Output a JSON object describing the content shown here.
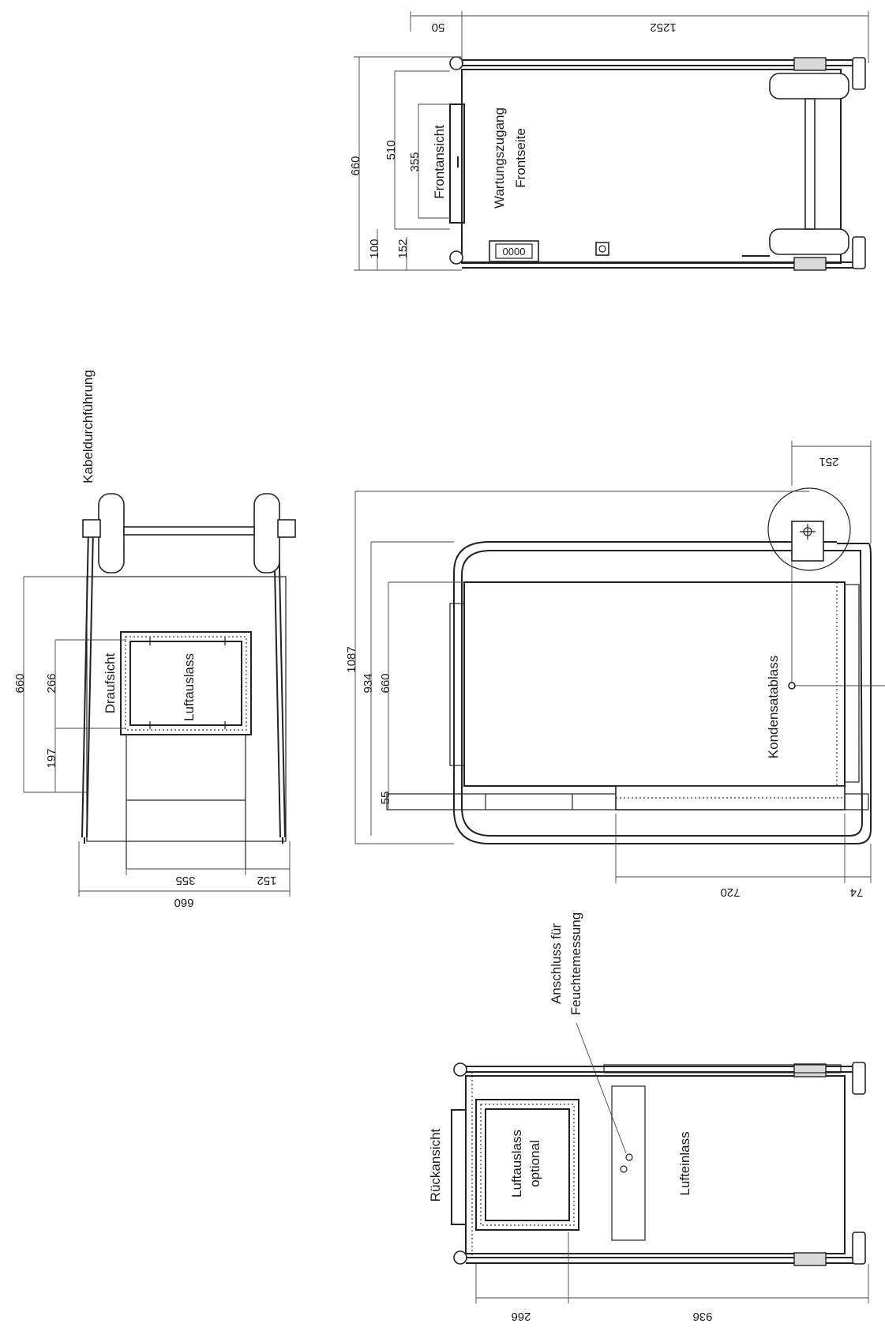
{
  "front_view": {
    "title": "Frontansicht",
    "service_label_1": "Wartungszugang",
    "service_label_2": "Frontseite",
    "display_digits": "0000",
    "dims": {
      "d1252": "1252",
      "d50": "50",
      "d660": "660",
      "d510": "510",
      "d355": "355",
      "d100": "100",
      "d152": "152"
    }
  },
  "top_view": {
    "title": "Draufsicht",
    "outlet_label": "Luftauslass",
    "cable_label": "Kabeldurchführung",
    "dims": {
      "d660_v": "660",
      "d266": "266",
      "d197": "197",
      "d355": "355",
      "d152": "152",
      "d660_h": "660"
    }
  },
  "side_view": {
    "drain_label": "Kondensatablass",
    "dims": {
      "d1087": "1087",
      "d934": "934",
      "d660": "660",
      "d55": "55",
      "d251": "251",
      "d720": "720",
      "d74": "74"
    }
  },
  "rear_view": {
    "title": "Rückansicht",
    "outlet_label_1": "Luftauslass",
    "outlet_label_2": "optional",
    "inlet_label": "Lufteinlass",
    "humidity_label_1": "Anschluss für",
    "humidity_label_2": "Feuchtemessung",
    "dims": {
      "d266": "266",
      "d936": "936"
    }
  }
}
